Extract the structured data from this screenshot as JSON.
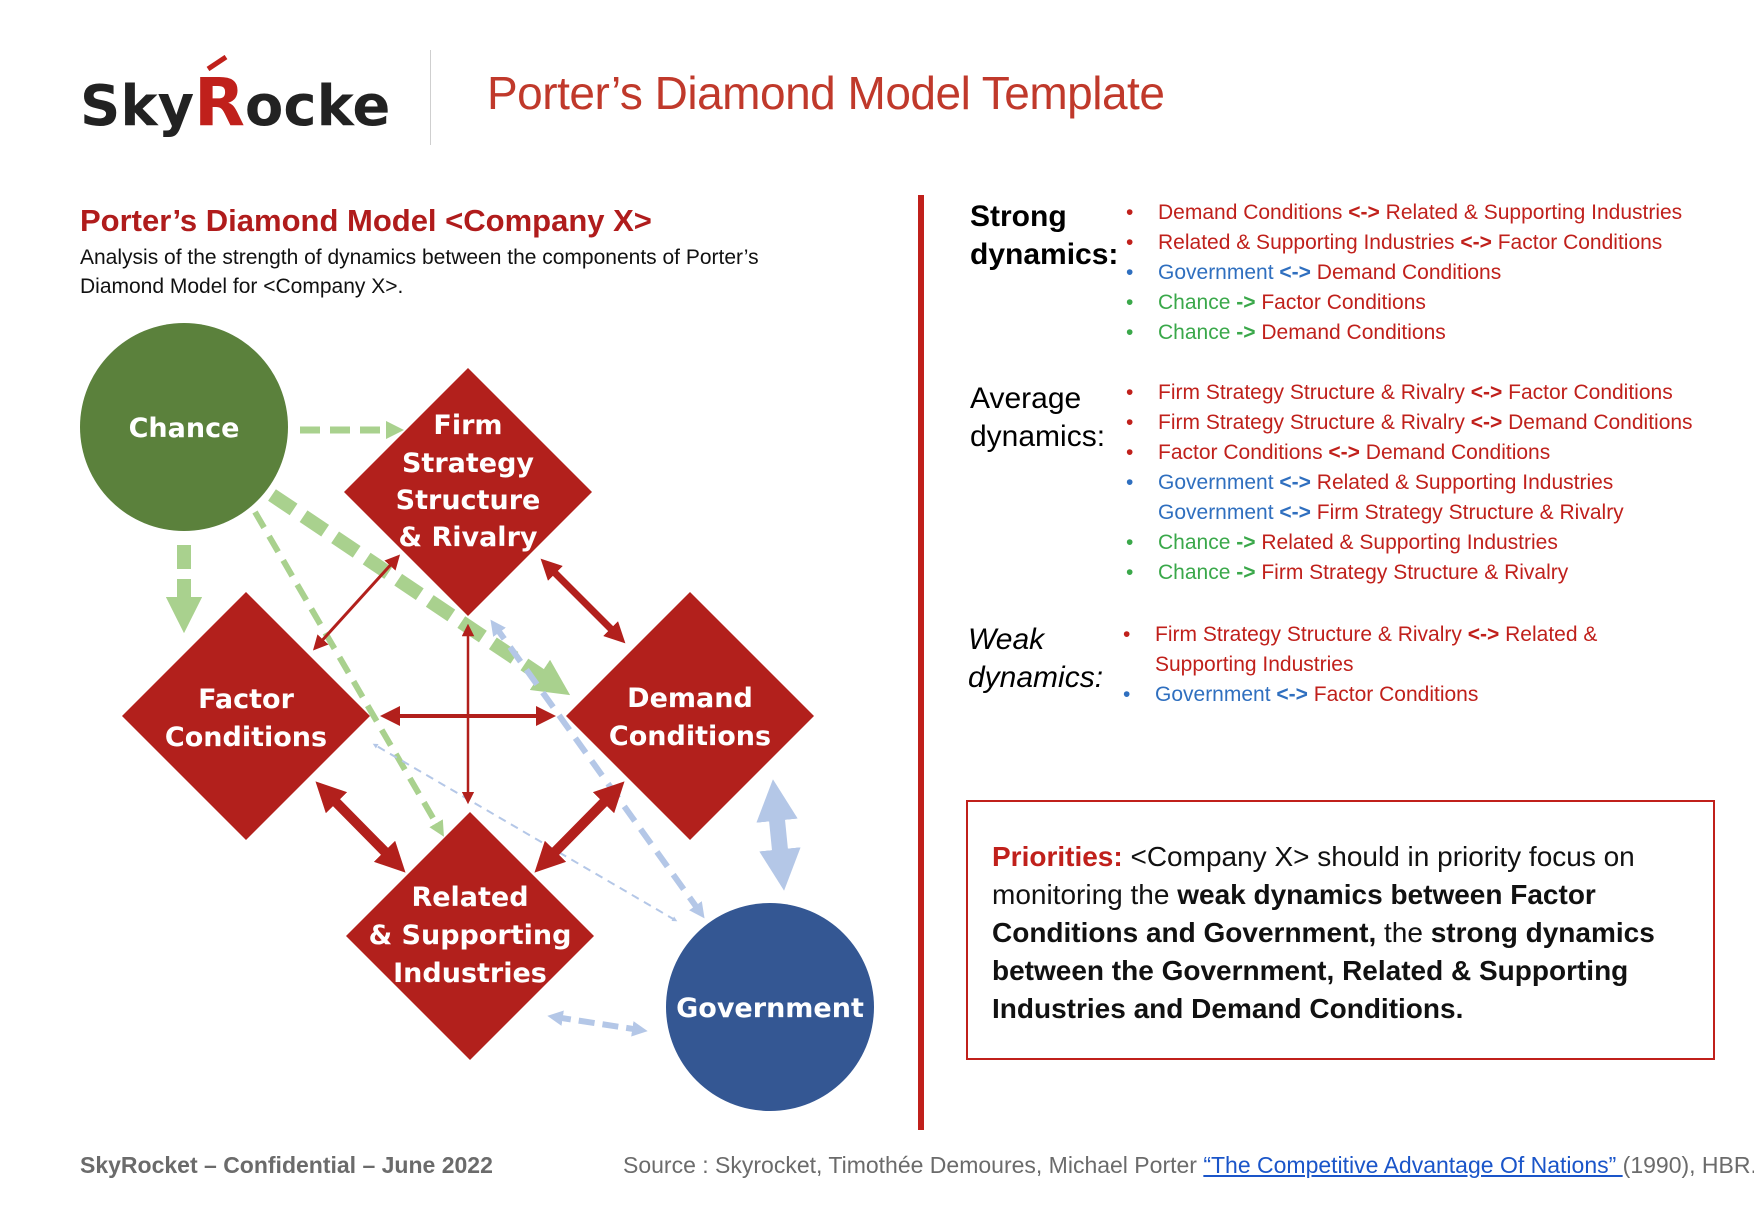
{
  "header": {
    "logo_text_a": "Sky",
    "logo_text_b": "R",
    "logo_text_c": "ocket",
    "title": "Porter’s Diamond Model Template"
  },
  "section": {
    "title": "Porter’s Diamond Model <Company X>",
    "description": "Analysis of the strength of dynamics between the components of Porter’s Diamond Model for <Company X>."
  },
  "diagram": {
    "nodes": {
      "chance": [
        "Chance"
      ],
      "firm": [
        "Firm",
        "Strategy",
        "Structure",
        "& Rivalry"
      ],
      "factor": [
        "Factor",
        "Conditions"
      ],
      "demand": [
        "Demand",
        "Conditions"
      ],
      "related": [
        "Related",
        "& Supporting",
        "Industries"
      ],
      "government": [
        "Government"
      ]
    },
    "colors": {
      "diamond": "#b2201c",
      "chance": "#5b813c",
      "government": "#345793",
      "green_arrow": "#a9d18e",
      "blue_arrow": "#b4c7e7",
      "red_arrow": "#b2201c"
    }
  },
  "dynamics": {
    "strong": {
      "label_1": "Strong",
      "label_2": "dynamics:",
      "items": [
        {
          "color": "red",
          "a": "Demand Conditions",
          "op": "<->",
          "b": "Related & Supporting Industries",
          "bullet": true
        },
        {
          "color": "red",
          "a": "Related & Supporting Industries",
          "op": "<->",
          "b": "Factor Conditions",
          "bullet": true
        },
        {
          "color": "blue",
          "a": "Government",
          "op": "<->",
          "b": "Demand Conditions",
          "bullet": true
        },
        {
          "color": "green",
          "a": "Chance",
          "op": "->",
          "b": "Factor Conditions",
          "bullet": true
        },
        {
          "color": "green",
          "a": "Chance",
          "op": "->",
          "b": "Demand Conditions",
          "bullet": true
        }
      ]
    },
    "average": {
      "label_1": "Average",
      "label_2": "dynamics:",
      "items": [
        {
          "color": "red",
          "a": "Firm Strategy Structure & Rivalry",
          "op": "<->",
          "b": "Factor Conditions",
          "bullet": true
        },
        {
          "color": "red",
          "a": "Firm Strategy Structure & Rivalry",
          "op": "<->",
          "b": "Demand Conditions",
          "bullet": true
        },
        {
          "color": "red",
          "a": "Factor Conditions",
          "op": "<->",
          "b": "Demand Conditions",
          "bullet": true
        },
        {
          "color": "blue",
          "a": "Government",
          "op": "<->",
          "b": "Related & Supporting Industries",
          "bullet": true
        },
        {
          "color": "blue",
          "a": "Government",
          "op": "<->",
          "b": "Firm Strategy Structure & Rivalry",
          "bullet": false
        },
        {
          "color": "green",
          "a": "Chance",
          "op": "->",
          "b": "Related & Supporting Industries",
          "bullet": true
        },
        {
          "color": "green",
          "a": "Chance",
          "op": "->",
          "b": "Firm Strategy Structure & Rivalry",
          "bullet": true
        }
      ]
    },
    "weak": {
      "label_1": "Weak",
      "label_2": "dynamics:",
      "items": [
        {
          "color": "red",
          "a": "Firm Strategy Structure & Rivalry",
          "op": "<->",
          "b": "Related &",
          "bullet": true
        },
        {
          "color": "red",
          "a": "Supporting Industries",
          "op": "",
          "b": "",
          "bullet": false
        },
        {
          "color": "blue",
          "a": "Government",
          "op": "<->",
          "b": "Factor Conditions",
          "bullet": true
        }
      ]
    },
    "bullet_char": "•"
  },
  "priorities": {
    "label": "Priorities:",
    "t1": " <Company X> should in priority focus on monitoring the ",
    "b1": "weak dynamics between Factor Conditions and Government,",
    "t2": " the ",
    "b2": "strong dynamics between the Government, Related & Supporting Industries and Demand Conditions."
  },
  "footer": {
    "left": "SkyRocket – Confidential – June 2022",
    "source_prefix": "Source : Skyrocket, Timothée Demoures, Michael Porter ",
    "source_link": "“The Competitive Advantage Of Nations” ",
    "source_suffix": "(1990), HBR."
  }
}
